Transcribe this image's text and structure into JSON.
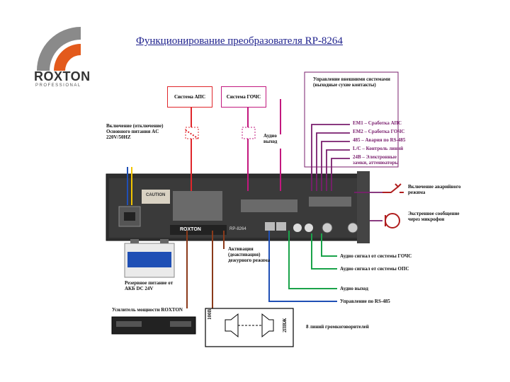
{
  "title": "Функционирование преобразователя RP-8264",
  "logo": {
    "brand": "ROXTON",
    "sub": "PROFESSIONAL"
  },
  "boxes": {
    "aps": "Система АПС",
    "gochs": "Система ГОЧС",
    "external": "Управление внешними системами (выходные сухие контакты)"
  },
  "outputs": [
    {
      "text": "EM1 – Сработка АПС",
      "color": "#7a1f6e"
    },
    {
      "text": "EM2 – Сработка ГОЧС",
      "color": "#7a1f6e"
    },
    {
      "text": "485 – Авария по RS-485",
      "color": "#7a1f6e"
    },
    {
      "text": "L/C – Контроль линий",
      "color": "#7a1f6e"
    },
    {
      "text": "24В – Электронные",
      "color": "#7a1f6e"
    },
    {
      "text": "замки, аттенюаторы",
      "color": "#7a1f6e"
    }
  ],
  "labels": {
    "power": "Включение (отключение) Основного питания AC 220V/50HZ",
    "audio_out_top": "Аудио выход",
    "emergency_on": "Включение аварийного режима",
    "emergency_msg": "Экстренное сообщение через микрофон",
    "activation": "Активация (деактивация) дежурного режима",
    "gochs_audio": "Аудио сигнал от системы ГОЧС",
    "ops_audio": "Аудио сигнал от системы ОПС",
    "audio_out": "Аудио выход",
    "rs485": "Управление по RS-485",
    "backup": "Резервное питание от АКБ DC 24V",
    "amplifier": "Усилитель мощности ROXTON",
    "speakers": "8 линий громкоговорителей",
    "line_100v": "100В",
    "line_wire": "2ПВЖ"
  },
  "device": {
    "model": "RP-8264",
    "brand": "ROXTON",
    "caution": "CAUTION"
  },
  "colors": {
    "title": "#1c1f8c",
    "aps": "#e0262b",
    "gochs": "#c2187e",
    "purple": "#7a1f6e",
    "brown": "#8b3a1a",
    "green": "#1aa34a",
    "blue": "#1f4fb5",
    "yellow": "#f2c400"
  }
}
